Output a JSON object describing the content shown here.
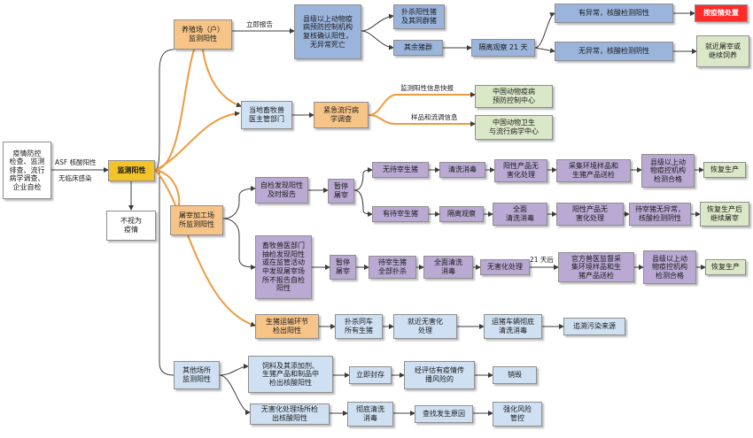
{
  "nodes": {
    "start": "疫情防控\n检查、监测\n排查、流行\n病学调查、\n企业自检",
    "detected": "监测阳性",
    "not_outbreak": "不视为\n疫情",
    "farm": "养殖场（户）\n监测阳性",
    "county_lab": "县级以上动物疫\n病预防控制机构\n复核确认阳性，\n无异常死亡",
    "cull_positive": "扑杀阳性猪\n及其同群猪",
    "remaining_pigs": "其余猪群",
    "isolate_21": "隔离观察 21 天",
    "abnormal": "有异常，核酸检测阳性",
    "outbreak_handling": "按疫情处置",
    "normal": "无异常，核酸检测阴性",
    "resume_farm": "就近屠宰或\n继续饲养",
    "vet_dept": "当地畜牧兽\n医主管部门",
    "epi_survey": "紧急流行病\n学调查",
    "cadc": "中国动物疫病\n预防控制中心",
    "caeh": "中国动物卫生\n与流行病学中心",
    "slaughter": "屠宰加工场\n所监测阳性",
    "self_report": "自检发现阳性\n及时报告",
    "halt_1": "暂停\n屠宰",
    "no_pigs": "无待宰生猪",
    "clean_1": "清洗消毒",
    "harmless_1": "阳性产品无\n害化处理",
    "sample_env": "采集环境样品和\n生猪产品送检",
    "county_qual_1": "县级以上动\n物疫控机构\n检测合格",
    "resume_prod_1": "恢复生产",
    "has_pigs": "有待宰生猪",
    "isolate_2": "隔离观察",
    "full_clean_1": "全面\n清洗消毒",
    "harmless_2": "阳性产品无\n害化处理",
    "pigs_normal": "待宰猪无异常，\n核酸检测阴性",
    "resume_prod_2": "恢复生产后\n继续屠宰",
    "vet_inspect": "畜牧兽医部门\n抽检发现阳性\n或在监管活动\n中发现屠宰场\n所不报告自检\n阳性",
    "halt_2": "暂停\n屠宰",
    "cull_all": "待宰生猪\n全部扑杀",
    "full_clean_2": "全面清洗\n消毒",
    "harmless_3": "无害化处理",
    "official_sample": "官方兽医监督采\n集环境样品和生\n猪产品送检",
    "county_qual_2": "县级以上动\n物疫控机构\n检测合格",
    "resume_prod_3": "恢复生产",
    "transport": "生猪运输环节\n检出阳性",
    "cull_vehicle": "扑杀同车\n所有生猪",
    "nearby_harmless": "就近无害化\n处理",
    "truck_clean": "运猪车辆彻底\n清洗消毒",
    "trace": "追溯污染来源",
    "other_sites": "其他场所\n监测阳性",
    "feed_detect": "饲料及其添加剂、\n生猪产品和制品中\n检出核酸阳性",
    "seal": "立即封存",
    "risk_assess": "经评估有疫情传\n播风险的",
    "destroy": "销毁",
    "harmless_site": "无害化处理场所检\n出核酸阳性",
    "thorough_clean": "彻底清洗\n消毒",
    "find_cause": "查找发生原因",
    "strengthen": "强化风险\n管控"
  },
  "labels": {
    "asf_positive": "ASF 核酸阳性",
    "no_clinical": "无临床感染",
    "report_now": "立即报告",
    "info_report": "监测阳性信息快报",
    "sample_info": "样品和流调信息",
    "after_21": "21 天后"
  },
  "colors": {
    "line": "#3c3c3c",
    "orange_line": "#ef9a3d",
    "yellow": "#f3c429",
    "red": "#ff2a2a",
    "blue": "#9ab4dc",
    "purple": "#b9a9d3",
    "green": "#dbe8c8"
  }
}
